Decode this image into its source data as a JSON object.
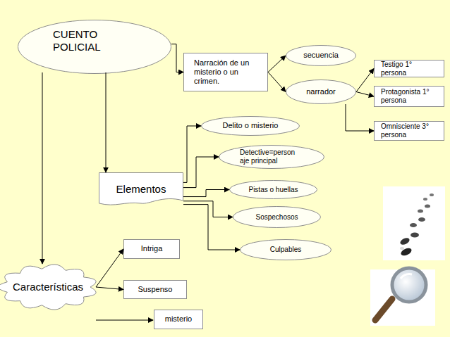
{
  "diagram": {
    "nodes": [
      {
        "text": [
          "CUENTO POLICIAL"
        ]
      },
      {
        "text": [
          "Narración de un misterio o un crimen."
        ]
      },
      {
        "text": [
          "secuencia"
        ]
      },
      {
        "text": [
          "narrador"
        ]
      },
      {
        "text": [
          "Testigo 1° persona"
        ]
      },
      {
        "text": [
          "Protagonista 1° persona"
        ]
      },
      {
        "text": [
          "Omnisciente 3° persona"
        ]
      },
      {
        "text": [
          "Elementos"
        ]
      },
      {
        "text": [
          "Delito o misterio"
        ]
      },
      {
        "text": [
          "Detective=person aje principal"
        ]
      },
      {
        "text": [
          "Pistas o huellas"
        ]
      },
      {
        "text": [
          "Sospechosos"
        ]
      },
      {
        "text": [
          "Culpables"
        ]
      },
      {
        "text": [
          "Características"
        ]
      },
      {
        "text": [
          "Intriga"
        ]
      },
      {
        "text": [
          "Suspenso"
        ]
      },
      {
        "text": [
          "misterio"
        ]
      }
    ],
    "edges": [
      {
        "from": 0,
        "to": 1,
        "arrow": "to"
      },
      {
        "from": 1,
        "to": 2,
        "arrow": "to"
      },
      {
        "from": 1,
        "to": 3,
        "arrow": "to"
      },
      {
        "from": 3,
        "to": 4,
        "arrow": "to"
      },
      {
        "from": 3,
        "to": 5,
        "arrow": "to"
      },
      {
        "from": 3,
        "to": 6,
        "arrow": "to"
      },
      {
        "from": 0,
        "to": 7,
        "arrow": "to"
      },
      {
        "from": 0,
        "to": 13,
        "arrow": "to"
      },
      {
        "from": 7,
        "to": 8,
        "arrow": "to"
      },
      {
        "from": 7,
        "to": 9,
        "arrow": "to"
      },
      {
        "from": 7,
        "to": 10,
        "arrow": "to"
      },
      {
        "from": 7,
        "to": 11,
        "arrow": "to"
      },
      {
        "from": 7,
        "to": 12,
        "arrow": "to"
      },
      {
        "from": 13,
        "to": 14,
        "arrow": "to"
      },
      {
        "from": 13,
        "to": 15,
        "arrow": "to"
      }
    ]
  }
}
